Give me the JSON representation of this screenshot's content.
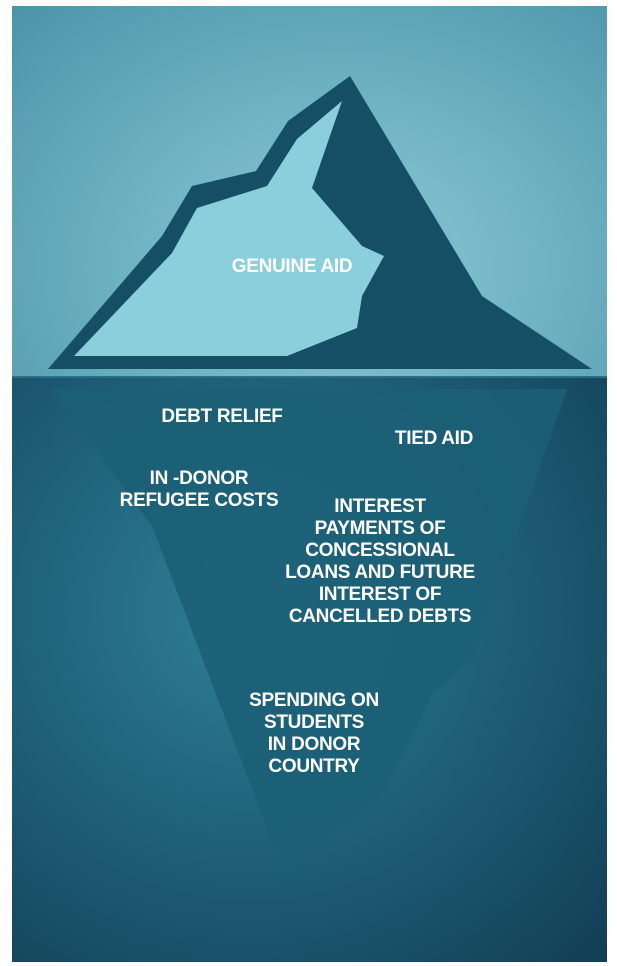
{
  "colors": {
    "sky_light": "#8ec8d6",
    "sky_dark": "#4d93a8",
    "ice_light": "#8ccfdc",
    "ice_dark": "#144f66",
    "sea_light": "#2f7f97",
    "sea_dark": "#113e55",
    "underwater_ice": "#1c5f76",
    "text": "#ffffff"
  },
  "labels": {
    "genuine_aid": "GENUINE AID",
    "debt_relief": "DEBT RELIEF",
    "tied_aid": "TIED AID",
    "refugee_costs_line1": "IN -DONOR",
    "refugee_costs_line2": "REFUGEE COSTS",
    "interest_line1": "INTEREST",
    "interest_line2": "PAYMENTS OF",
    "interest_line3": "CONCESSIONAL",
    "interest_line4": "LOANS AND FUTURE",
    "interest_line5": "INTEREST OF",
    "interest_line6": "CANCELLED DEBTS",
    "students_line1": "SPENDING ON",
    "students_line2": "STUDENTS",
    "students_line3": "IN DONOR",
    "students_line4": "COUNTRY"
  }
}
